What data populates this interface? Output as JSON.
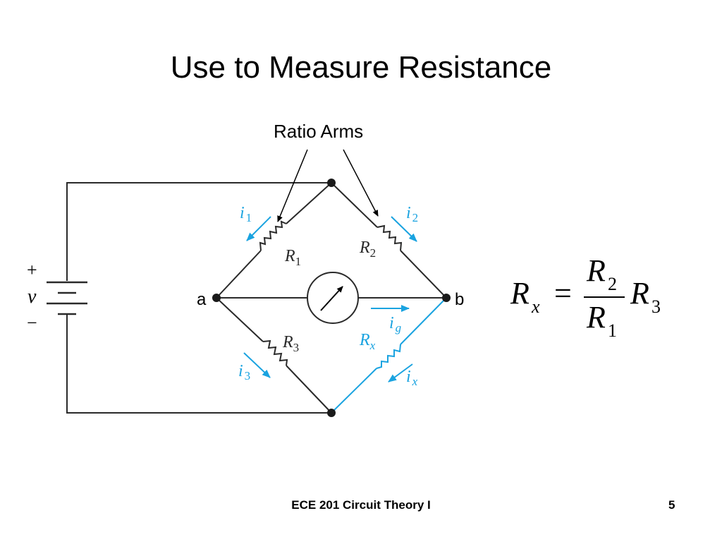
{
  "slide": {
    "title": "Use to Measure Resistance",
    "callout": "Ratio Arms",
    "footer": "ECE 201 Circuit Theory I",
    "page_number": "5"
  },
  "circuit": {
    "source_plus": "+",
    "source_voltage": "v",
    "source_minus": "−",
    "node_a": "a",
    "node_b": "b",
    "resistors": [
      {
        "name": "R",
        "sub": "1"
      },
      {
        "name": "R",
        "sub": "2"
      },
      {
        "name": "R",
        "sub": "3"
      },
      {
        "name": "R",
        "sub": "x"
      }
    ],
    "currents": [
      {
        "name": "i",
        "sub": "1"
      },
      {
        "name": "i",
        "sub": "2"
      },
      {
        "name": "i",
        "sub": "3"
      },
      {
        "name": "i",
        "sub": "x"
      },
      {
        "name": "i",
        "sub": "g"
      }
    ]
  },
  "formula": {
    "lhs": "R",
    "lhs_sub": "x",
    "equals": "=",
    "numerator": "R",
    "numerator_sub": "2",
    "denominator": "R",
    "denominator_sub": "1",
    "rhs": "R",
    "rhs_sub": "3"
  },
  "colors": {
    "wire": "#2a2a2a",
    "current_arrow": "#1aa3e0",
    "rx_branch": "#1aa3e0"
  }
}
